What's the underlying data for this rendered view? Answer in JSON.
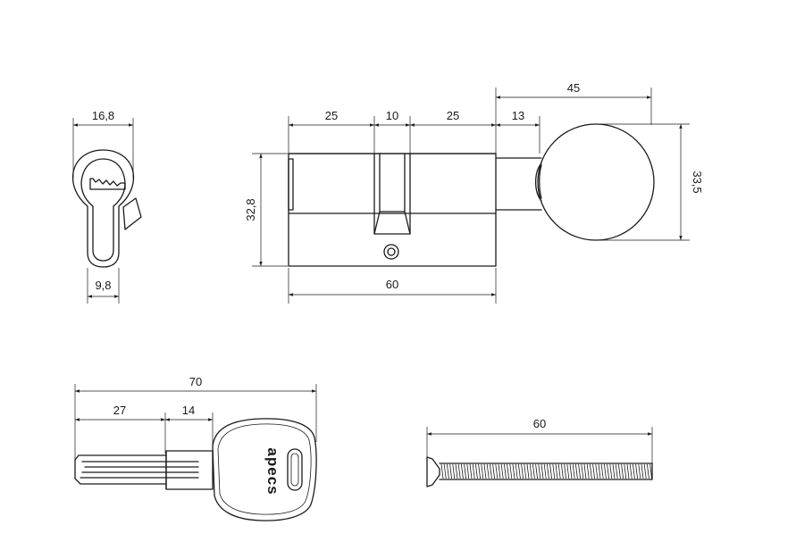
{
  "front_view": {
    "width_top": "16,8",
    "width_bottom": "9,8"
  },
  "side_view": {
    "dim_a": "25",
    "dim_center": "10",
    "dim_b": "25",
    "dim_knob_shaft": "13",
    "dim_knob_total": "45",
    "height_body": "32,8",
    "height_knob": "33,5",
    "length_body": "60"
  },
  "key_view": {
    "total_length": "70",
    "blade_length": "27",
    "collar_length": "14",
    "brand_text": "apecs"
  },
  "screw_view": {
    "length": "60"
  },
  "colors": {
    "stroke": "#1a1a1a",
    "background": "#ffffff"
  }
}
